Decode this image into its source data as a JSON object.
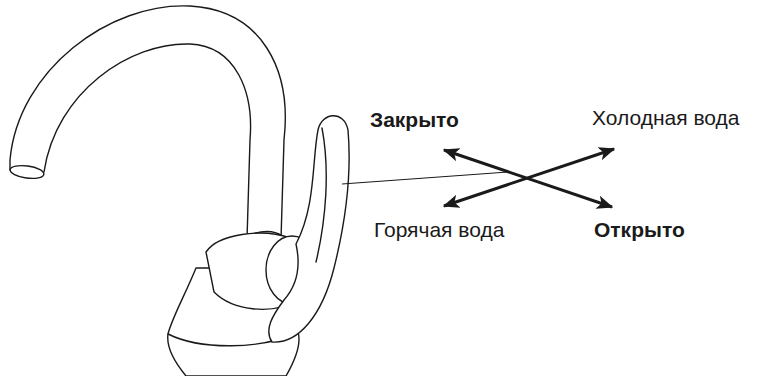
{
  "diagram": {
    "labels": [
      "Закрыто",
      "Холодная вода",
      "Горячая вода",
      "Открыто"
    ]
  }
}
